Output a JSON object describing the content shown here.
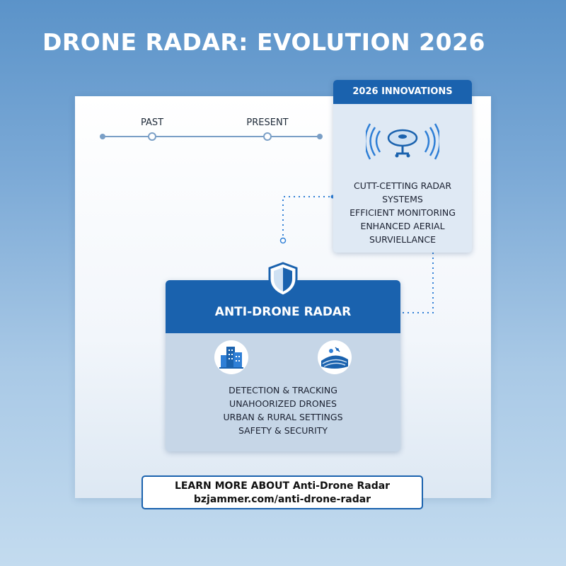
{
  "title": "DRONE RADAR: EVOLUTION 2026",
  "timeline": {
    "labels": [
      "PAST",
      "PRESENT"
    ]
  },
  "innovations": {
    "header": "2026 INNOVATIONS",
    "icon": "radar-dish-signal-icon",
    "lines": [
      "CUTT-CETTING RADAR",
      "SYSTEMS",
      "EFFICIENT MONITORING",
      "ENHANCED AERIAL",
      "SURVIELLANCE"
    ]
  },
  "anti_drone": {
    "header": "ANTI-DRONE RADAR",
    "icons": [
      "shield-icon",
      "city-buildings-icon",
      "rural-fields-icon"
    ],
    "lines": [
      "DETECTION & TRACKING",
      "UNAHOORIZED DRONES",
      "URBAN & RURAL SETTINGS",
      "SAFETY & SECURITY"
    ]
  },
  "cta": {
    "line1": "LEARN MORE ABOUT Anti-Drone Radar",
    "line2": "bzjammer.com/anti-drone-radar"
  },
  "colors": {
    "primary": "#1a62ae",
    "accent": "#2f7fd6",
    "timeline": "#7a9fc6"
  }
}
